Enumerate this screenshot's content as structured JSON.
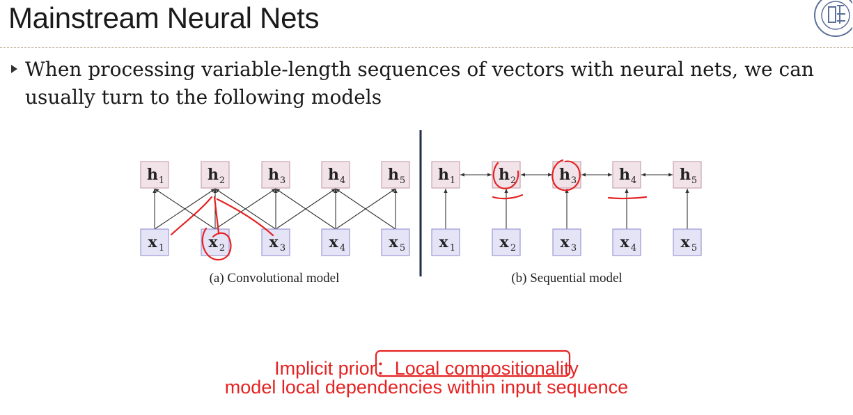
{
  "title": "Mainstream Neural Nets",
  "bullet": "When processing variable-length sequences of vectors with neural nets, we can usually turn to the following models",
  "conv": {
    "caption": "(a) Convolutional model",
    "h": [
      "h",
      "h",
      "h",
      "h",
      "h"
    ],
    "x": [
      "x",
      "x",
      "x",
      "x",
      "x"
    ],
    "subs": [
      "1",
      "2",
      "3",
      "4",
      "5"
    ]
  },
  "seq": {
    "caption": "(b) Sequential model",
    "h": [
      "h",
      "h",
      "h",
      "h",
      "h"
    ],
    "x": [
      "x",
      "x",
      "x",
      "x",
      "x"
    ],
    "subs": [
      "1",
      "2",
      "3",
      "4",
      "5"
    ]
  },
  "notes": {
    "line1_prefix": "Implicit prior：",
    "line1_highlight": "Local compositionality",
    "line2": "model local dependencies within input sequence"
  },
  "colors": {
    "h_fill": "#f2e3e8",
    "h_stroke": "#c9a3b0",
    "x_fill": "#e5e4f7",
    "x_stroke": "#9b98d6",
    "annotation": "#e52222"
  }
}
